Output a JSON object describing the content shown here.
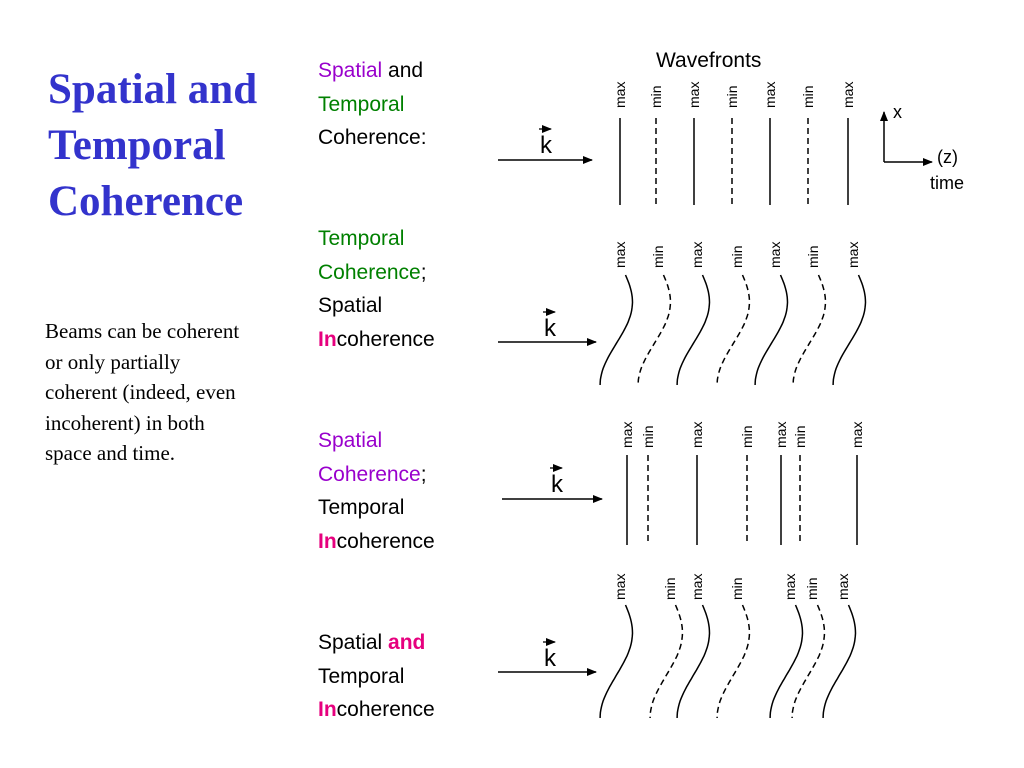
{
  "title": {
    "lines": [
      "Spatial and",
      "Temporal",
      "Coherence"
    ]
  },
  "body": {
    "lines": [
      "Beams can be coherent",
      "or only partially",
      "coherent (indeed, even",
      "incoherent) in both",
      "space and time."
    ]
  },
  "panels": [
    {
      "label": [
        [
          {
            "t": "Spatial",
            "c": "purple"
          },
          {
            "t": " and",
            "c": ""
          }
        ],
        [
          {
            "t": "Temporal",
            "c": "green"
          }
        ],
        [
          {
            "t": "Coherence:",
            "c": ""
          }
        ]
      ]
    },
    {
      "label": [
        [
          {
            "t": "Temporal",
            "c": "green"
          }
        ],
        [
          {
            "t": "Coherence",
            "c": "green"
          },
          {
            "t": ";",
            "c": ""
          }
        ],
        [
          {
            "t": "Spatial",
            "c": ""
          }
        ],
        [
          {
            "t": "In",
            "c": "red"
          },
          {
            "t": "coherence",
            "c": ""
          }
        ]
      ]
    },
    {
      "label": [
        [
          {
            "t": "Spatial",
            "c": "purple"
          }
        ],
        [
          {
            "t": "Coherence",
            "c": "purple"
          },
          {
            "t": ";",
            "c": ""
          }
        ],
        [
          {
            "t": "Temporal",
            "c": ""
          }
        ],
        [
          {
            "t": "In",
            "c": "red"
          },
          {
            "t": "coherence",
            "c": ""
          }
        ]
      ]
    },
    {
      "label": [
        [
          {
            "t": "Spatial ",
            "c": ""
          },
          {
            "t": "and",
            "c": "red"
          }
        ],
        [
          {
            "t": "Temporal",
            "c": ""
          }
        ],
        [
          {
            "t": "In",
            "c": "red"
          },
          {
            "t": "coherence",
            "c": ""
          }
        ]
      ]
    }
  ],
  "diagram": {
    "header": "Wavefronts",
    "wave_label": "k",
    "axis": {
      "x": "x",
      "z": "(z)",
      "t": "time"
    },
    "wavefront_labels": {
      "p1": [
        "max",
        "min",
        "max",
        "min",
        "max",
        "min",
        "max"
      ],
      "p2": [
        "max",
        "min",
        "max",
        "min",
        "max",
        "min",
        "max"
      ],
      "p3": [
        "max",
        "min",
        "max",
        "min",
        "max",
        "min",
        "max"
      ],
      "p4": [
        "max",
        "min",
        "max",
        "min",
        "max",
        "min",
        "max"
      ]
    }
  },
  "colors": {
    "title": "#3333cc",
    "spatial": "#9900cc",
    "temporal": "#008000",
    "incoherence": "#e6007e"
  }
}
